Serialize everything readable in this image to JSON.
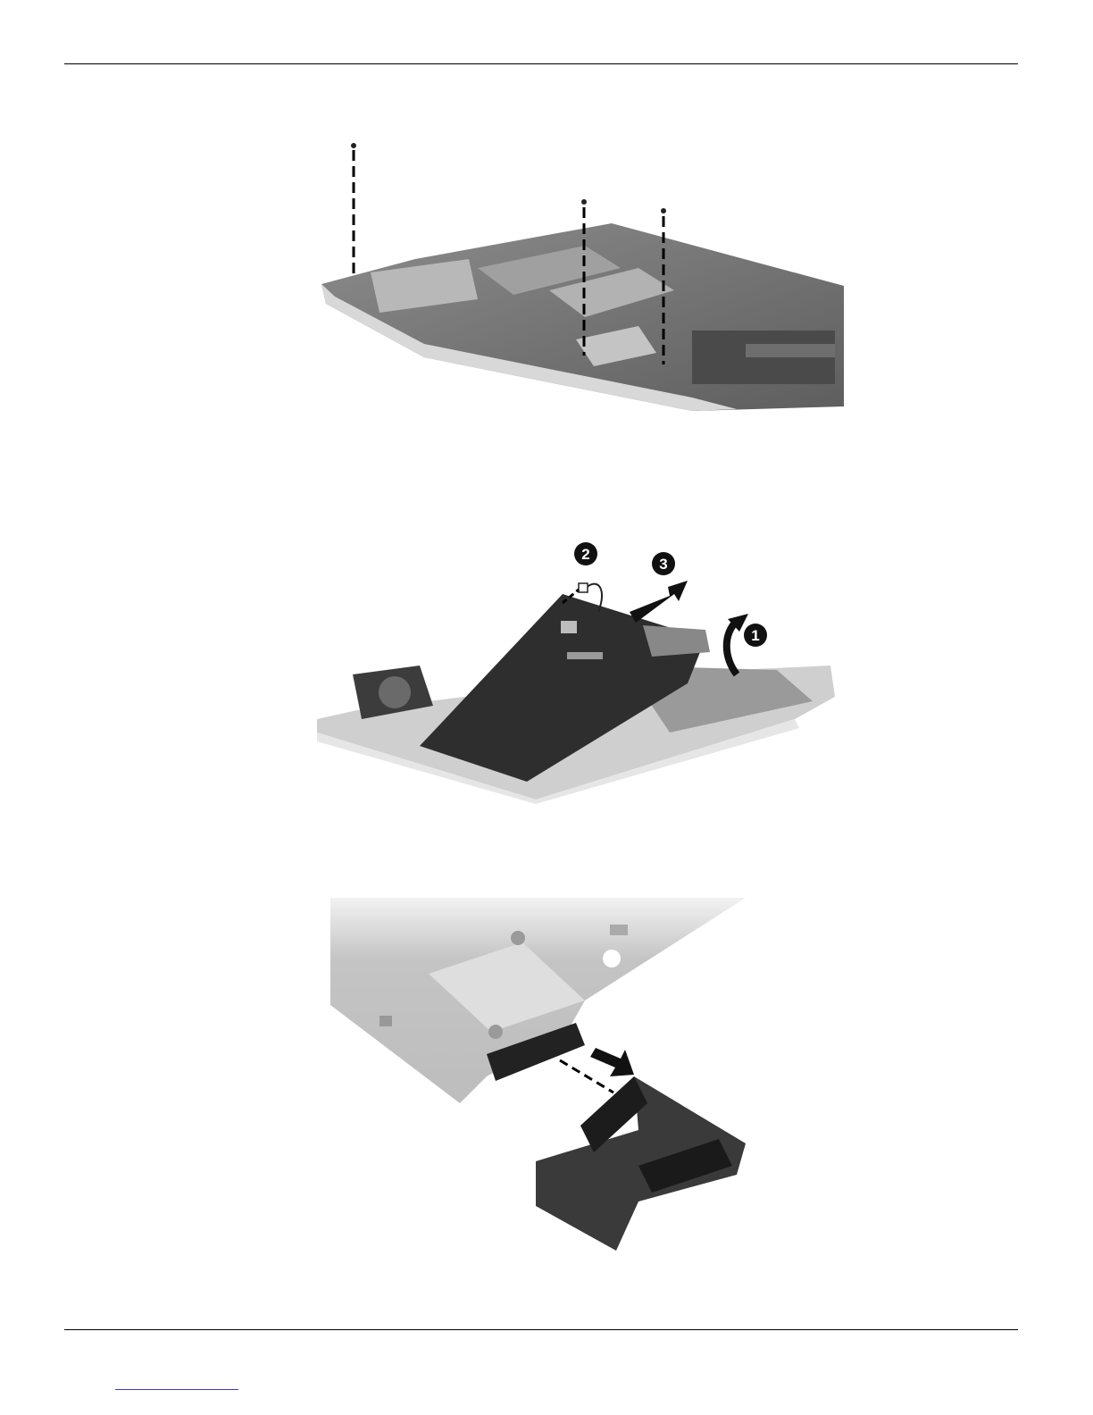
{
  "figures": {
    "motherboard_with_screws": {
      "screw_count": 3
    },
    "motherboard_removal": {
      "callouts": [
        "2",
        "3",
        "1"
      ]
    },
    "connector_board": {}
  },
  "footer": {
    "link_text": ""
  },
  "colors": {
    "rule": "#000000",
    "link": "#3a3ad0",
    "callout_fill": "#111111"
  }
}
